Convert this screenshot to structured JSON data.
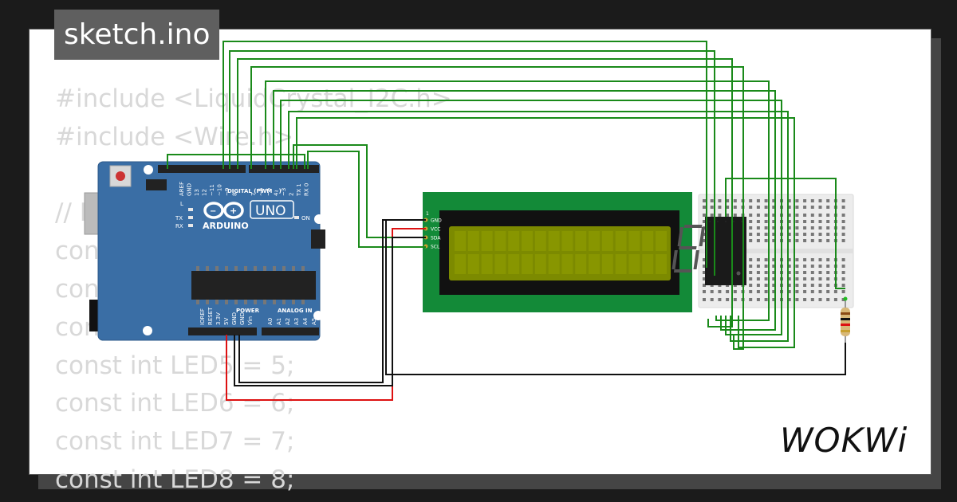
{
  "file_tab": {
    "label": "sketch.ino"
  },
  "code_lines": [
    "#include <LiquidCrystal_I2C.h>",
    "#include <Wire.h>",
    "",
    "// L",
    "cons",
    "cons",
    "cons",
    "const int LED5 = 5;",
    "const int LED6 = 6;",
    "const int LED7 = 7;",
    "const int LED8 = 8;"
  ],
  "arduino": {
    "brand": "ARDUINO",
    "model": "UNO",
    "digital_label": "DIGITAL (PWM ~)",
    "power_label": "POWER",
    "analog_label": "ANALOG IN",
    "led_labels": [
      "L",
      "TX",
      "RX",
      "ON"
    ],
    "digital_pins": [
      "AREF",
      "GND",
      "13",
      "12",
      "~11",
      "~10",
      "~9",
      "8",
      "7",
      "~6",
      "~5",
      "4",
      "~3",
      "2",
      "TX 1",
      "RX 0"
    ],
    "power_pins": [
      "IOREF",
      "RESET",
      "3.3V",
      "5V",
      "GND",
      "GND",
      "Vin"
    ],
    "analog_pins": [
      "A0",
      "A1",
      "A2",
      "A3",
      "A4",
      "A5"
    ]
  },
  "lcd": {
    "pin_header": "1",
    "pins": [
      "GND",
      "VCC",
      "SDA",
      "SCL"
    ]
  },
  "seven_segment": {
    "digit": "8"
  },
  "wire_colors": {
    "signal": "#1a8a1a",
    "power": "#dd1111",
    "ground": "#111111"
  },
  "brand_logo": "WOKWi"
}
